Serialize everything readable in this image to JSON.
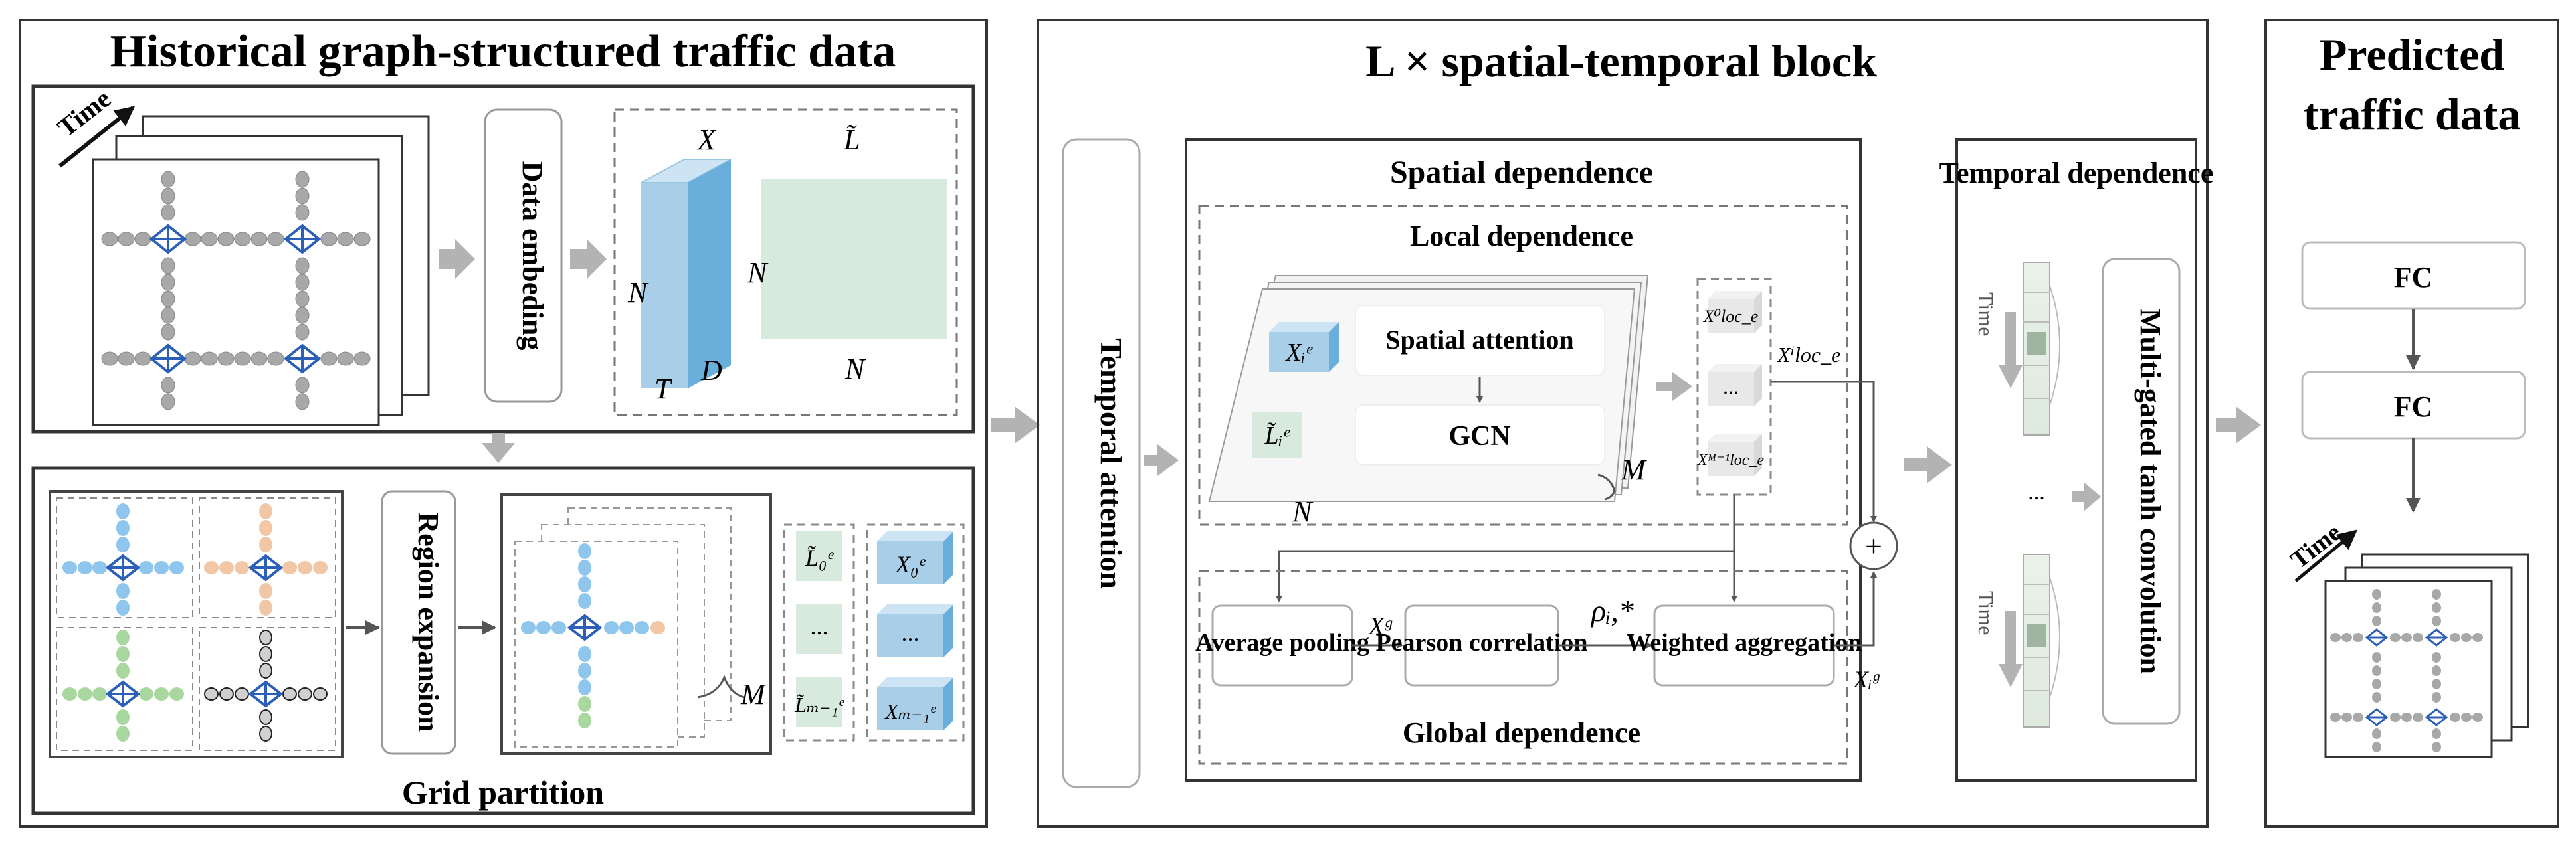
{
  "panels": {
    "left": {
      "title": "Historical  graph-structured  traffic  data",
      "time_label": "Time",
      "data_embeding_label": "Data  embeding",
      "x_label": "X",
      "l_label": "L̃",
      "n_label_1": "N",
      "n_label_2": "N",
      "n_label_3": "N",
      "t_label": "T",
      "d_label": "D",
      "region_expansion_label": "Region  expansion",
      "grid_partition_label": "Grid  partition",
      "m_label": "M",
      "l0_label": "L̃₀ᵉ",
      "lm_label": "L̃ₘ₋₁ᵉ",
      "x0_label": "X₀ᵉ",
      "xm_label": "Xₘ₋₁ᵉ",
      "ellipsis": "..."
    },
    "middle": {
      "title": "L  ×  spatial-temporal  block",
      "temporal_attention_label": "Temporal  attention",
      "spatial_dependence_label": "Spatial  dependence",
      "local_dependence_label": "Local  dependence",
      "xi_label": "Xᵢᵉ",
      "li_label": "L̃ᵢᵉ",
      "spatial_attention_label": "Spatial  attention",
      "gcn_label": "GCN",
      "m_label": "M",
      "n_label": "N",
      "x_loc_0": "X⁰loc_e",
      "x_loc_m": "Xᴹ⁻¹loc_e",
      "x_loc_i": "Xⁱloc_e",
      "ellipsis": "...",
      "plus_symbol": "+",
      "average_pooling_label": "Average  pooling",
      "pearson_label": "Pearson  correlation",
      "weighted_label": "Weighted  aggregation",
      "xg_label": "Xᵍ",
      "rho_label": "ρᵢ,*",
      "xig_label": "Xᵢᵍ",
      "global_dependence_label": "Global  dependence",
      "temporal_dependence_label": "Temporal  dependence",
      "time_label_1": "Time",
      "time_label_2": "Time",
      "ellipsis_2": "...",
      "multi_gated_label": "Multi-gated  tanh  convolution"
    },
    "right": {
      "title_line1": "Predicted",
      "title_line2": "traffic  data",
      "fc1_label": "FC",
      "fc2_label": "FC",
      "time_label": "Time"
    }
  },
  "colors": {
    "border": "#3a3a3a",
    "dash": "#777777",
    "arrow": "#b3b3b3",
    "dark_arrow": "#555555",
    "cube_front": "#a9cfe8",
    "cube_side": "#6aaedb",
    "cube_top": "#cde4f4",
    "green_fill": "#d8eadd",
    "gray_cube": "#e6e6e6",
    "node_gray": "#a8a8a8",
    "node_blue": "#8fc6ee",
    "node_orange": "#f2c7a6",
    "node_green": "#a8d8a0",
    "node_black": "#222222",
    "hub_blue": "#2b5fb8"
  }
}
